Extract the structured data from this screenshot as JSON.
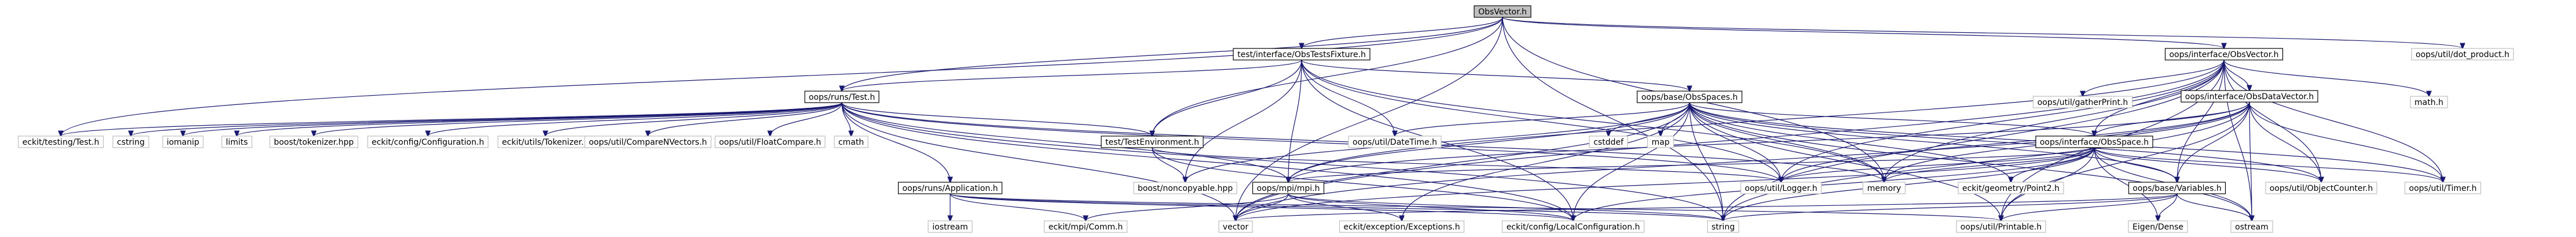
{
  "diagram": {
    "type": "include-dependency-graph",
    "root": "ObsVector.h",
    "style": {
      "edge_color": "#191970",
      "root_fill": "#bfbfbf",
      "box_stroke": "#000000",
      "external_stroke": "#bfbfbf",
      "external_text": "#7f7f7f"
    },
    "nodes": [
      {
        "id": "root",
        "label": "ObsVector.h",
        "kind": "root"
      },
      {
        "id": "iface_obsvector",
        "label": "oops/interface/ObsVector.h",
        "kind": "local"
      },
      {
        "id": "tests_fixture",
        "label": "test/interface/ObsTestsFixture.h",
        "kind": "local"
      },
      {
        "id": "dot_product",
        "label": "oops/util/dot_product.h",
        "kind": "external"
      },
      {
        "id": "math",
        "label": "math.h",
        "kind": "external"
      },
      {
        "id": "iface_obsdatavector",
        "label": "oops/interface/ObsDataVector.h",
        "kind": "local"
      },
      {
        "id": "gatherprint",
        "label": "oops/util/gatherPrint.h",
        "kind": "external"
      },
      {
        "id": "runs_test",
        "label": "oops/runs/Test.h",
        "kind": "local"
      },
      {
        "id": "base_obsspaces",
        "label": "oops/base/ObsSpaces.h",
        "kind": "local"
      },
      {
        "id": "eckit_testing",
        "label": "eckit/testing/Test.h",
        "kind": "external"
      },
      {
        "id": "cstring",
        "label": "cstring",
        "kind": "external"
      },
      {
        "id": "iomanip",
        "label": "iomanip",
        "kind": "external"
      },
      {
        "id": "limits",
        "label": "limits",
        "kind": "external"
      },
      {
        "id": "boost_tokenizer",
        "label": "boost/tokenizer.hpp",
        "kind": "external"
      },
      {
        "id": "eckit_config",
        "label": "eckit/config/Configuration.h",
        "kind": "external"
      },
      {
        "id": "eckit_tokenizer",
        "label": "eckit/utils/Tokenizer.h",
        "kind": "external"
      },
      {
        "id": "comparenvectors",
        "label": "oops/util/CompareNVectors.h",
        "kind": "external"
      },
      {
        "id": "floatcompare",
        "label": "oops/util/FloatCompare.h",
        "kind": "external"
      },
      {
        "id": "cmath",
        "label": "cmath",
        "kind": "external"
      },
      {
        "id": "test_environment",
        "label": "test/TestEnvironment.h",
        "kind": "local"
      },
      {
        "id": "datetime",
        "label": "oops/util/DateTime.h",
        "kind": "external"
      },
      {
        "id": "cstddef",
        "label": "cstddef",
        "kind": "external"
      },
      {
        "id": "map",
        "label": "map",
        "kind": "external"
      },
      {
        "id": "iface_obsspace",
        "label": "oops/interface/ObsSpace.h",
        "kind": "local"
      },
      {
        "id": "runs_application",
        "label": "oops/runs/Application.h",
        "kind": "local"
      },
      {
        "id": "boost_noncopyable",
        "label": "boost/noncopyable.hpp",
        "kind": "external"
      },
      {
        "id": "mpi_h",
        "label": "oops/mpi/mpi.h",
        "kind": "local"
      },
      {
        "id": "logger",
        "label": "oops/util/Logger.h",
        "kind": "external"
      },
      {
        "id": "memory",
        "label": "memory",
        "kind": "external"
      },
      {
        "id": "point2",
        "label": "eckit/geometry/Point2.h",
        "kind": "external"
      },
      {
        "id": "base_variables",
        "label": "oops/base/Variables.h",
        "kind": "local"
      },
      {
        "id": "objectcounter",
        "label": "oops/util/ObjectCounter.h",
        "kind": "external"
      },
      {
        "id": "timer",
        "label": "oops/util/Timer.h",
        "kind": "external"
      },
      {
        "id": "iostream",
        "label": "iostream",
        "kind": "external"
      },
      {
        "id": "eckit_comm",
        "label": "eckit/mpi/Comm.h",
        "kind": "external"
      },
      {
        "id": "vector",
        "label": "vector",
        "kind": "external"
      },
      {
        "id": "eckit_exceptions",
        "label": "eckit/exception/Exceptions.h",
        "kind": "external"
      },
      {
        "id": "local_config",
        "label": "eckit/config/LocalConfiguration.h",
        "kind": "external"
      },
      {
        "id": "string",
        "label": "string",
        "kind": "external"
      },
      {
        "id": "printable",
        "label": "oops/util/Printable.h",
        "kind": "external"
      },
      {
        "id": "eigen",
        "label": "Eigen/Dense",
        "kind": "external"
      },
      {
        "id": "ostream",
        "label": "ostream",
        "kind": "external"
      }
    ],
    "edges": [
      [
        "root",
        "iface_obsvector"
      ],
      [
        "root",
        "tests_fixture"
      ],
      [
        "root",
        "dot_product"
      ],
      [
        "root",
        "runs_test"
      ],
      [
        "root",
        "eckit_testing"
      ],
      [
        "root",
        "test_environment"
      ],
      [
        "root",
        "memory"
      ],
      [
        "root",
        "string"
      ],
      [
        "root",
        "vector"
      ],
      [
        "iface_obsvector",
        "math"
      ],
      [
        "iface_obsvector",
        "iface_obsdatavector"
      ],
      [
        "iface_obsvector",
        "gatherprint"
      ],
      [
        "iface_obsvector",
        "iface_obsspace"
      ],
      [
        "iface_obsvector",
        "logger"
      ],
      [
        "iface_obsvector",
        "memory"
      ],
      [
        "iface_obsvector",
        "objectcounter"
      ],
      [
        "iface_obsvector",
        "timer"
      ],
      [
        "iface_obsvector",
        "printable"
      ],
      [
        "iface_obsvector",
        "ostream"
      ],
      [
        "iface_obsvector",
        "string"
      ],
      [
        "iface_obsvector",
        "vector"
      ],
      [
        "iface_obsvector",
        "mpi_h"
      ],
      [
        "iface_obsvector",
        "base_variables"
      ],
      [
        "iface_obsdatavector",
        "iface_obsspace"
      ],
      [
        "iface_obsdatavector",
        "base_variables"
      ],
      [
        "iface_obsdatavector",
        "logger"
      ],
      [
        "iface_obsdatavector",
        "memory"
      ],
      [
        "iface_obsdatavector",
        "objectcounter"
      ],
      [
        "iface_obsdatavector",
        "timer"
      ],
      [
        "iface_obsdatavector",
        "printable"
      ],
      [
        "iface_obsdatavector",
        "ostream"
      ],
      [
        "iface_obsdatavector",
        "string"
      ],
      [
        "iface_obsdatavector",
        "vector"
      ],
      [
        "iface_obsdatavector",
        "mpi_h"
      ],
      [
        "tests_fixture",
        "runs_test"
      ],
      [
        "tests_fixture",
        "base_obsspaces"
      ],
      [
        "tests_fixture",
        "test_environment"
      ],
      [
        "tests_fixture",
        "datetime"
      ],
      [
        "tests_fixture",
        "boost_noncopyable"
      ],
      [
        "tests_fixture",
        "mpi_h"
      ],
      [
        "tests_fixture",
        "logger"
      ],
      [
        "tests_fixture",
        "local_config"
      ],
      [
        "tests_fixture",
        "memory"
      ],
      [
        "runs_test",
        "eckit_testing"
      ],
      [
        "runs_test",
        "cstring"
      ],
      [
        "runs_test",
        "iomanip"
      ],
      [
        "runs_test",
        "limits"
      ],
      [
        "runs_test",
        "boost_tokenizer"
      ],
      [
        "runs_test",
        "eckit_config"
      ],
      [
        "runs_test",
        "eckit_tokenizer"
      ],
      [
        "runs_test",
        "comparenvectors"
      ],
      [
        "runs_test",
        "floatcompare"
      ],
      [
        "runs_test",
        "cmath"
      ],
      [
        "runs_test",
        "test_environment"
      ],
      [
        "runs_test",
        "runs_application"
      ],
      [
        "runs_test",
        "mpi_h"
      ],
      [
        "runs_test",
        "logger"
      ],
      [
        "runs_test",
        "string"
      ],
      [
        "runs_test",
        "vector"
      ],
      [
        "runs_test",
        "memory"
      ],
      [
        "runs_test",
        "local_config"
      ],
      [
        "test_environment",
        "boost_noncopyable"
      ],
      [
        "test_environment",
        "local_config"
      ],
      [
        "test_environment",
        "logger"
      ],
      [
        "base_obsspaces",
        "cstddef"
      ],
      [
        "base_obsspaces",
        "map"
      ],
      [
        "base_obsspaces",
        "iface_obsspace"
      ],
      [
        "base_obsspaces",
        "datetime"
      ],
      [
        "base_obsspaces",
        "logger"
      ],
      [
        "base_obsspaces",
        "memory"
      ],
      [
        "base_obsspaces",
        "string"
      ],
      [
        "base_obsspaces",
        "vector"
      ],
      [
        "base_obsspaces",
        "mpi_h"
      ],
      [
        "base_obsspaces",
        "eckit_exceptions"
      ],
      [
        "base_obsspaces",
        "local_config"
      ],
      [
        "base_obsspaces",
        "printable"
      ],
      [
        "base_obsspaces",
        "boost_noncopyable"
      ],
      [
        "base_obsspaces",
        "ostream"
      ],
      [
        "base_obsspaces",
        "point2"
      ],
      [
        "base_obsspaces",
        "base_variables"
      ],
      [
        "base_obsspaces",
        "objectcounter"
      ],
      [
        "base_obsspaces",
        "timer"
      ],
      [
        "iface_obsspace",
        "logger"
      ],
      [
        "iface_obsspace",
        "memory"
      ],
      [
        "iface_obsspace",
        "point2"
      ],
      [
        "iface_obsspace",
        "base_variables"
      ],
      [
        "iface_obsspace",
        "objectcounter"
      ],
      [
        "iface_obsspace",
        "timer"
      ],
      [
        "iface_obsspace",
        "mpi_h"
      ],
      [
        "iface_obsspace",
        "printable"
      ],
      [
        "iface_obsspace",
        "ostream"
      ],
      [
        "iface_obsspace",
        "string"
      ],
      [
        "iface_obsspace",
        "vector"
      ],
      [
        "iface_obsspace",
        "eigen"
      ],
      [
        "iface_obsspace",
        "local_config"
      ],
      [
        "runs_application",
        "iostream"
      ],
      [
        "runs_application",
        "eckit_comm"
      ],
      [
        "runs_application",
        "string"
      ],
      [
        "runs_application",
        "printable"
      ],
      [
        "runs_application",
        "local_config"
      ],
      [
        "mpi_h",
        "eckit_comm"
      ],
      [
        "mpi_h",
        "vector"
      ],
      [
        "mpi_h",
        "eckit_exceptions"
      ],
      [
        "mpi_h",
        "local_config"
      ],
      [
        "mpi_h",
        "string"
      ],
      [
        "base_variables",
        "printable"
      ],
      [
        "base_variables",
        "ostream"
      ],
      [
        "base_variables",
        "string"
      ],
      [
        "base_variables",
        "vector"
      ],
      [
        "base_variables",
        "eigen"
      ]
    ]
  }
}
